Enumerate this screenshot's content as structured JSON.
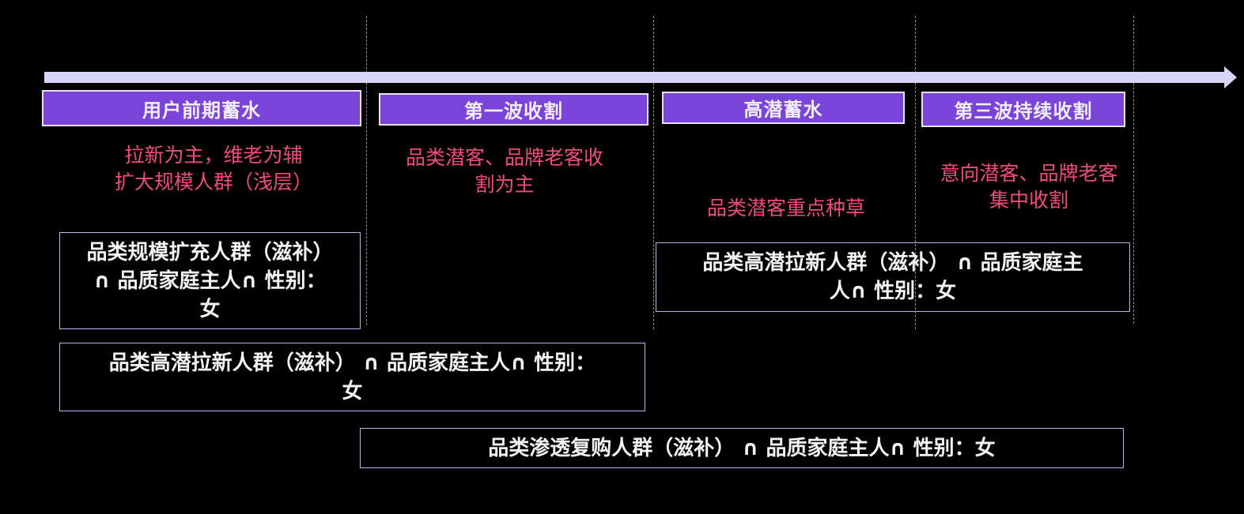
{
  "phases": [
    {
      "label": "用户前期蓄水"
    },
    {
      "label": "第一波收割"
    },
    {
      "label": "高潜蓄水"
    },
    {
      "label": "第三波持续收割"
    }
  ],
  "notes": [
    {
      "line1": "拉新为主，维老为辅",
      "line2": "扩大规模人群（浅层）"
    },
    {
      "line1": "品类潜客、品牌老客收",
      "line2": "割为主"
    },
    {
      "line1": "品类潜客重点种草"
    },
    {
      "line1": "意向潜客、品牌老客",
      "line2": "集中收割"
    }
  ],
  "segments": [
    {
      "line1": "品类规模扩充人群（滋补）",
      "line2": "∩ 品质家庭主人∩ 性别：",
      "line3": "女"
    },
    {
      "line1": "品类高潜拉新人群（滋补） ∩ 品质家庭主",
      "line2": "人∩ 性别：女"
    },
    {
      "line1": "品类高潜拉新人群（滋补） ∩ 品质家庭主人∩ 性别：",
      "line2": "女"
    },
    {
      "line1": "品类渗透复购人群（滋补） ∩ 品质家庭主人∩ 性别：女"
    }
  ],
  "colors": {
    "background": "#000000",
    "arrow": "#d6d4f7",
    "phase_fill": "#7a44d8",
    "note_text": "#ee4d79",
    "box_border": "#b8b4ee"
  }
}
